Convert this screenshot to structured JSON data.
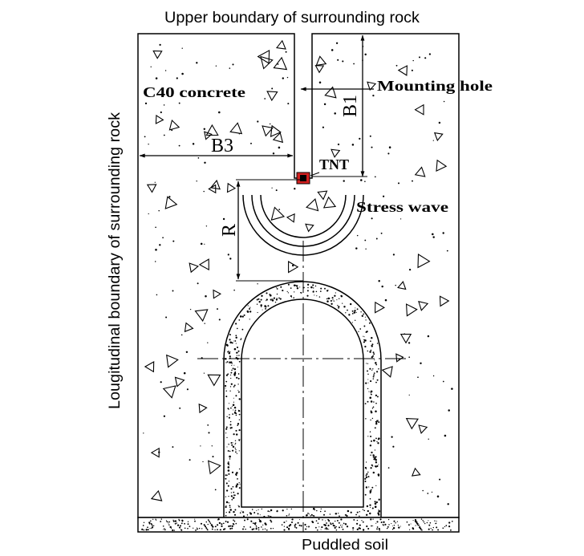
{
  "diagram": {
    "title": "",
    "labels": {
      "upper_boundary": "Upper boundary of surrounding rock",
      "longitudinal_boundary": "Lougitudinal boundary of surrounding rock",
      "concrete": "C40 concrete",
      "mounting_hole": "Mounting hole",
      "b1": "B1",
      "b3": "B3",
      "tnt": "TNT",
      "stress_wave": "Stress wave",
      "r": "R",
      "puddled_soil": "Puddled soil"
    },
    "colors": {
      "line": "#000000",
      "charge_fill": "#d21f1f",
      "charge_core": "#000000",
      "background": "#ffffff"
    },
    "icons": {
      "rock_aggregate": "triangle-outline",
      "charge": "tnt-charge-square"
    }
  }
}
